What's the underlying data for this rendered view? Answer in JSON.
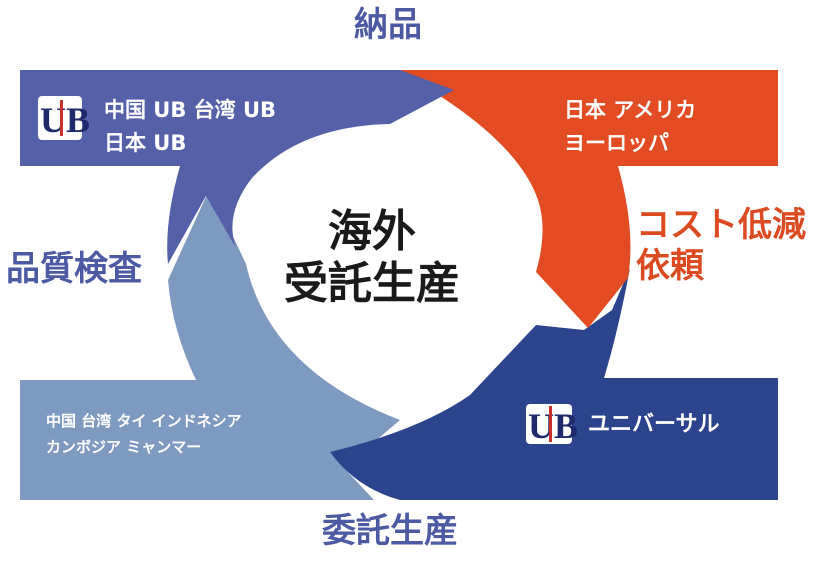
{
  "center": {
    "line1": "海外",
    "line2": "受託生産"
  },
  "stages": {
    "top": "納品",
    "right": {
      "line1": "コスト低減",
      "line2": "依頼"
    },
    "bottom": "委託生産",
    "left": "品質検査"
  },
  "boxes": {
    "ub_locations": {
      "line1": "中国 UB  台湾 UB",
      "line2": "日本 UB"
    },
    "markets": {
      "line1": "日本  アメリカ",
      "line2": "ヨーロッパ"
    },
    "partners": {
      "line1": "中国 台湾 タイ インドネシア",
      "line2": "カンボジア ミャンマー"
    },
    "universal": {
      "label": "ユニバーサル"
    }
  },
  "logo": {
    "text": "UB"
  },
  "colors": {
    "blue_top_left": "#5461a8",
    "orange_red": "#e34b22",
    "navy": "#2c438d",
    "light_blue": "#7f9ac0",
    "logo_navy": "#1e2a6c",
    "logo_red": "#c8312b"
  }
}
